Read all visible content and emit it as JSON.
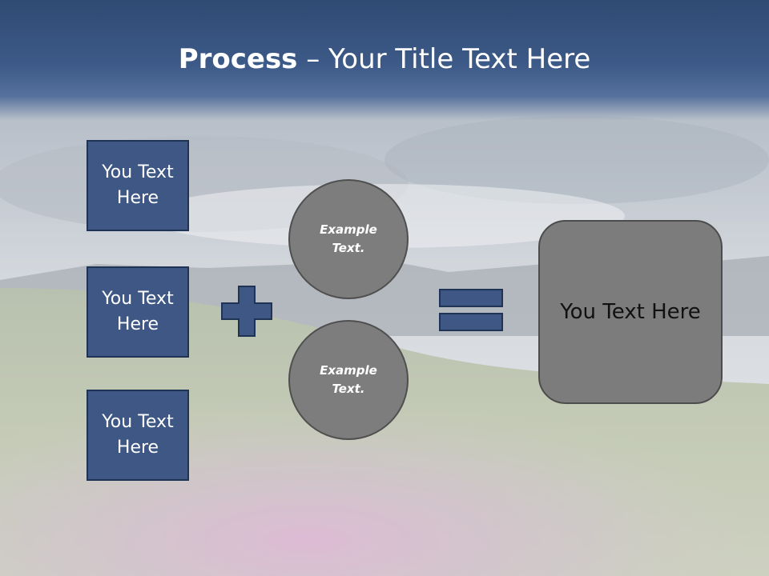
{
  "slide": {
    "title_bold": "Process",
    "title_rest": " – Your Title Text Here",
    "boxes": [
      {
        "label": "You Text Here"
      },
      {
        "label": "You Text Here"
      },
      {
        "label": "You Text Here"
      }
    ],
    "circles": [
      {
        "label": "Example Text."
      },
      {
        "label": "Example Text."
      }
    ],
    "result": {
      "label": "You Text Here"
    },
    "operators": {
      "plus": "plus-icon",
      "equals": "equals-icon"
    }
  },
  "colors": {
    "title_bar": "#3d5a88",
    "box_fill": "#3e5785",
    "box_border": "#1f3354",
    "circle_fill": "#7d7d7d",
    "result_fill": "#7c7c7c",
    "operator_fill": "#3e5785"
  }
}
